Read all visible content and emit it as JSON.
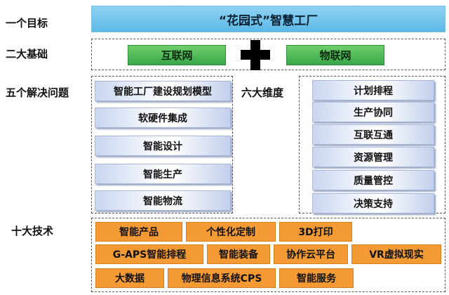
{
  "labels": {
    "goal": "一个目标",
    "foundation": "二大基础",
    "problems": "五个解决问题",
    "dimensions": "六大维度",
    "tech": "十大技术"
  },
  "goal_bar": "“花园式”智慧工厂",
  "foundation_items": [
    "互联网",
    "物联网"
  ],
  "problems_items": [
    "智能工厂建设规划模型",
    "软硬件集成",
    "智能设计",
    "智能生产",
    "智能物流"
  ],
  "dimensions_items": [
    "计划排程",
    "生产协同",
    "互联互通",
    "资源管理",
    "质量管控",
    "决策支持"
  ],
  "tech_items": {
    "row1": [
      "智能产品",
      "个性化定制",
      "3D打印"
    ],
    "row2": [
      "G-APS智能排程",
      "智能装备",
      "协作云平台",
      "VR虚拟现实"
    ],
    "row3": [
      "大数据",
      "物理信息系统CPS",
      "智能服务"
    ]
  },
  "colors": {
    "goal_bar": "#6cc3ee",
    "foundation": "#4cb85a",
    "blue_items": "#c9d6ef",
    "tech": "#f39a34"
  }
}
